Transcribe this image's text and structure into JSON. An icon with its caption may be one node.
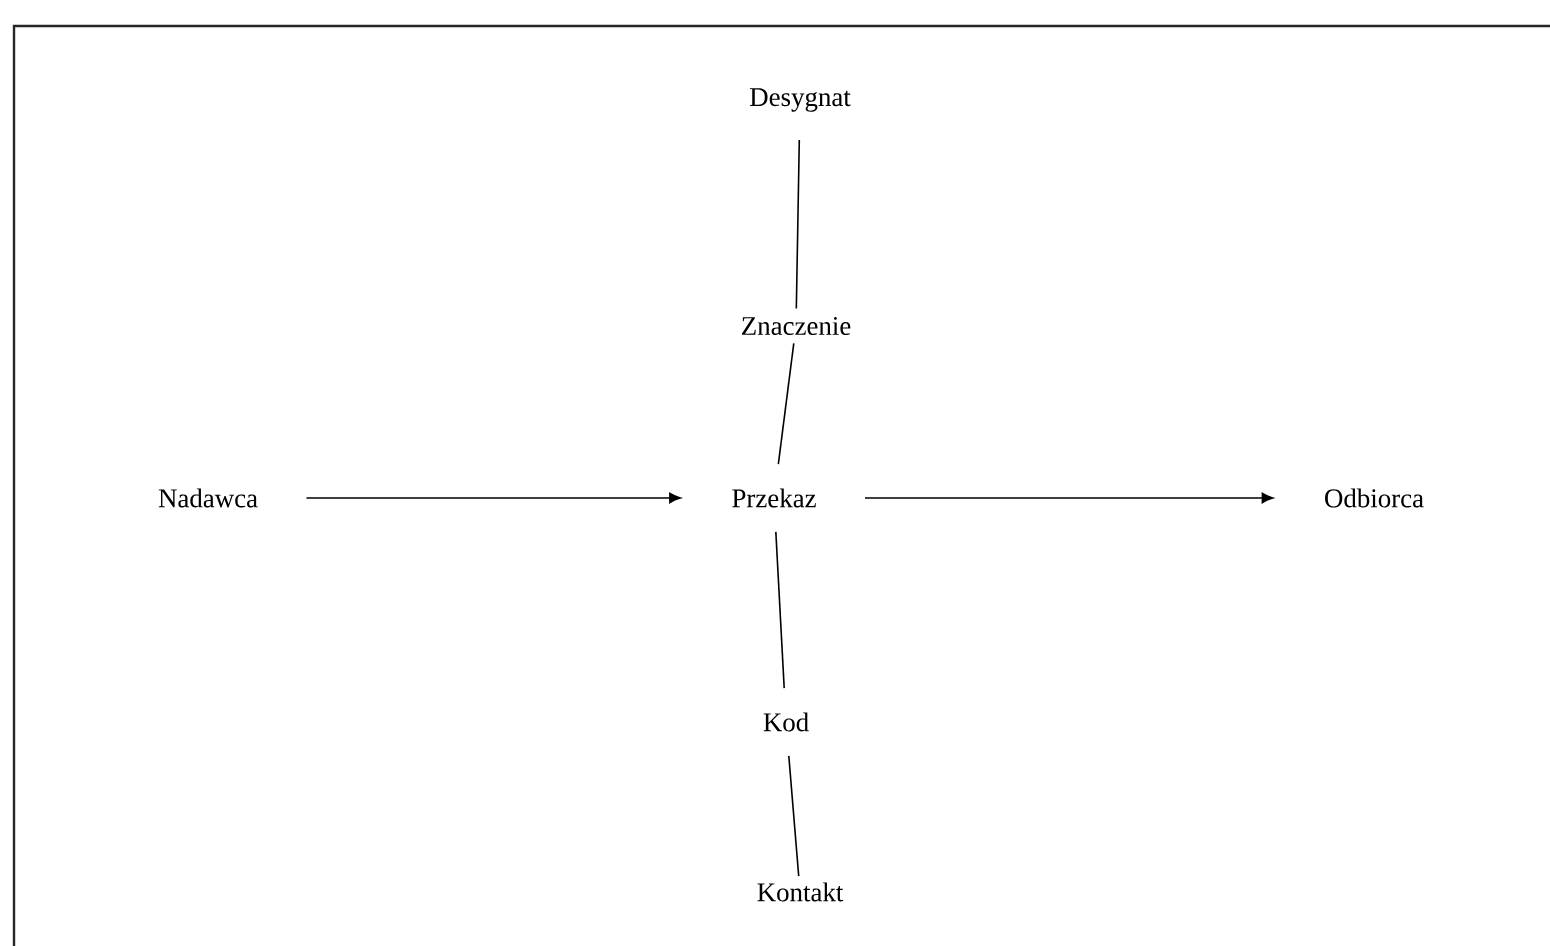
{
  "diagram": {
    "nodes": [
      {
        "text": [
          "Desygnat"
        ]
      },
      {
        "text": [
          "Znaczenie"
        ]
      },
      {
        "text": [
          "Nadawca"
        ]
      },
      {
        "text": [
          "Przekaz"
        ]
      },
      {
        "text": [
          "Odbiorca"
        ]
      },
      {
        "text": [
          "Kod"
        ]
      },
      {
        "text": [
          "Kontakt"
        ]
      }
    ],
    "edges": [
      {
        "from": 0,
        "to": 1,
        "arrow": "none"
      },
      {
        "from": 1,
        "to": 3,
        "arrow": "none"
      },
      {
        "from": 2,
        "to": 3,
        "arrow": "to"
      },
      {
        "from": 3,
        "to": 4,
        "arrow": "to"
      },
      {
        "from": 3,
        "to": 5,
        "arrow": "none"
      },
      {
        "from": 5,
        "to": 6,
        "arrow": "none"
      }
    ]
  }
}
